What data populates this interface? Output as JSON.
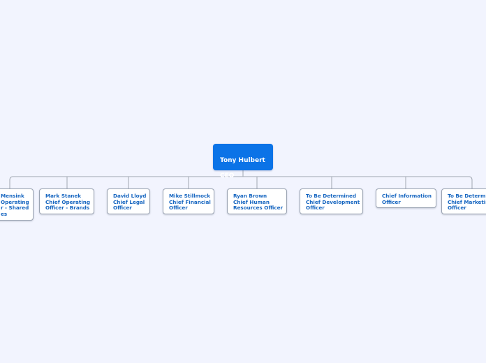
{
  "root": {
    "name": "Tony Hulbert",
    "title": "CEO"
  },
  "children": [
    {
      "text": "Mensink\nOperating\nr - Shared\nes"
    },
    {
      "text": "Mark Stanek\nChief Operating\nOfficer - Brands"
    },
    {
      "text": "David Lloyd\nChief Legal\nOfficer"
    },
    {
      "text": "Mike Stillmock\nChief Financial\nOfficer"
    },
    {
      "text": "Ryan Brown\nChief Human\nResources Officer"
    },
    {
      "text": "To Be Determined\nChief Development\nOfficer"
    },
    {
      "text": "Chief Information\nOfficer"
    },
    {
      "text": "To Be Determi\nChief Marketin\nOfficer"
    }
  ],
  "colors": {
    "background": "#f2f4fe",
    "root_fill": "#0b73e7",
    "root_text": "#ffffff",
    "child_text": "#1565c0",
    "child_border": "#9aa3b2",
    "connector": "#a0a6b0"
  }
}
